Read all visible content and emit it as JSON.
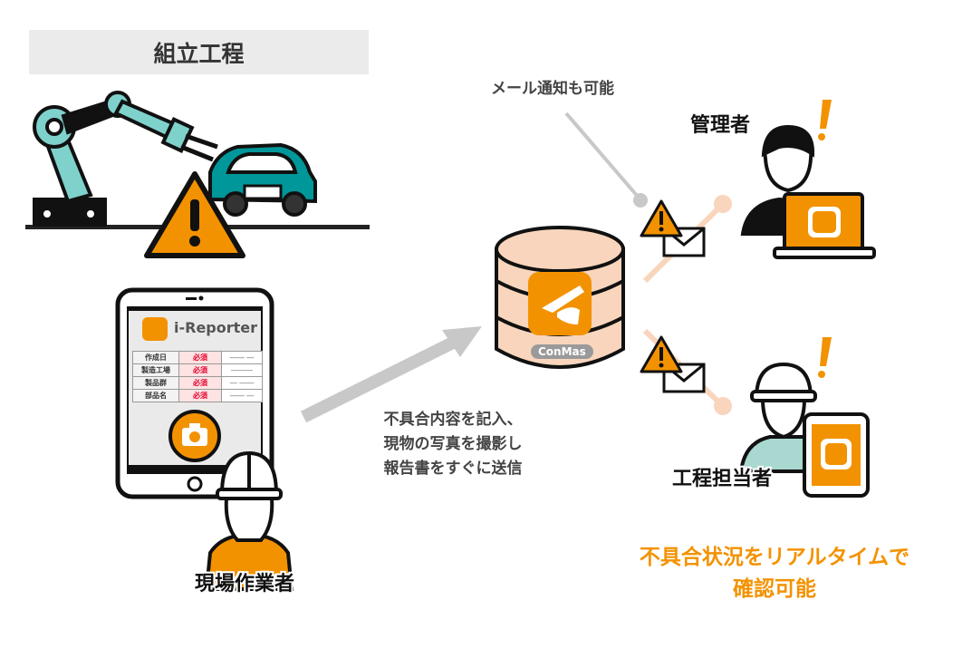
{
  "process_label": "組立工程",
  "tablet": {
    "app_name": "i-Reporter",
    "form_rows": [
      {
        "label": "作成日",
        "status": "必須",
        "value": "―― ―"
      },
      {
        "label": "製造工場",
        "status": "必須",
        "value": "―――"
      },
      {
        "label": "製品群",
        "status": "必須",
        "value": "― ――"
      },
      {
        "label": "部品名",
        "status": "必須",
        "value": "―― ―"
      }
    ]
  },
  "field_worker_label": "現場作業者",
  "action_caption": [
    "不具合内容を記入、",
    "現物の写真を撮影し",
    "報告書をすぐに送信"
  ],
  "server_label": "ConMas",
  "mail_note": "メール通知も可能",
  "manager_label": "管理者",
  "process_owner_label": "工程担当者",
  "result_caption": [
    "不具合状況をリアルタイムで",
    "確認可能"
  ],
  "colors": {
    "orange": "#f39200",
    "teal": "#00979a",
    "light_teal": "#7fd1cc",
    "peach": "#f8d5bc",
    "gray": "#c8c8c8"
  }
}
